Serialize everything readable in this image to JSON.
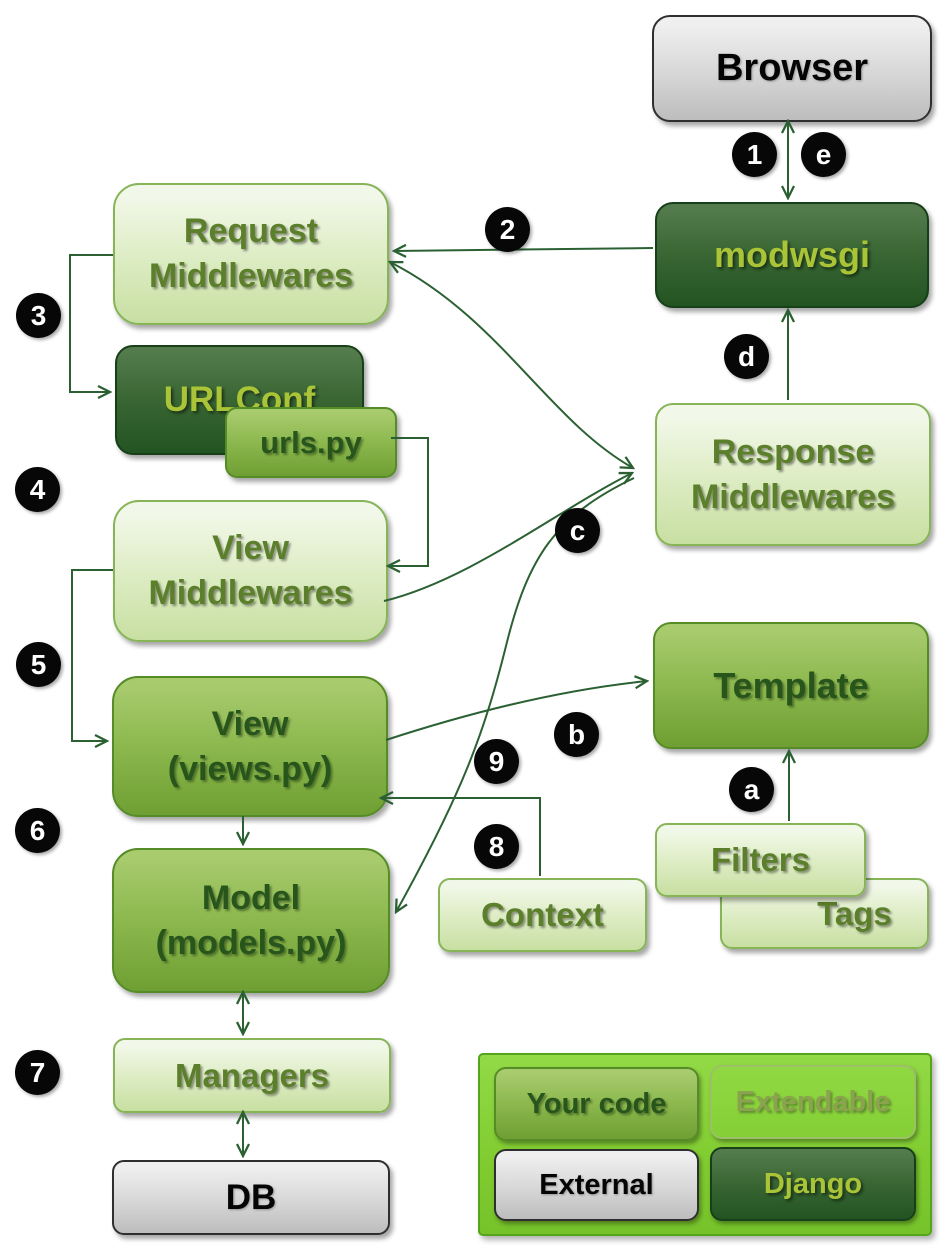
{
  "nodes": {
    "browser": {
      "label": "Browser"
    },
    "modwsgi": {
      "label": "modwsgi"
    },
    "request_middlewares": {
      "line1": "Request",
      "line2": "Middlewares"
    },
    "urlconf": {
      "label": "URLConf"
    },
    "urls_py": {
      "label": "urls.py"
    },
    "view_middlewares": {
      "line1": "View",
      "line2": "Middlewares"
    },
    "view": {
      "line1": "View",
      "line2": "(views.py)"
    },
    "model": {
      "line1": "Model",
      "line2": "(models.py)"
    },
    "managers": {
      "label": "Managers"
    },
    "db": {
      "label": "DB"
    },
    "response_middlewares": {
      "line1": "Response",
      "line2": "Middlewares"
    },
    "template": {
      "label": "Template"
    },
    "filters": {
      "label": "Filters"
    },
    "tags": {
      "label": "Tags"
    },
    "context": {
      "label": "Context"
    }
  },
  "badges": [
    "1",
    "e",
    "2",
    "3",
    "d",
    "4",
    "c",
    "5",
    "b",
    "9",
    "a",
    "6",
    "8",
    "7"
  ],
  "legend": {
    "your_code": "Your code",
    "extendable": "Extendable",
    "external": "External",
    "django": "Django"
  },
  "colors": {
    "arrow": "#2b6132",
    "badge_background": "#070707",
    "badge_text": "#ffffff",
    "light_box": "#d9e9bc",
    "medium_box": "#79a83d",
    "dark_box": "#2c5a28",
    "gray_box": "#d0d0d0",
    "dark_box_text": "#a9c437",
    "light_box_text": "#5c7f2b",
    "medium_box_text": "#27551b",
    "legend_panel": "#80cc30"
  }
}
